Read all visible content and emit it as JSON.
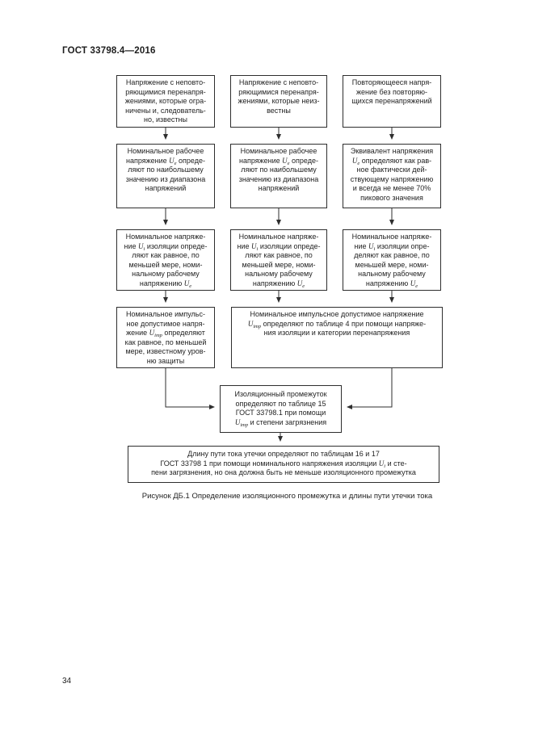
{
  "ink_color": "#2e2e2e",
  "page": {
    "header": "ГОСТ 33798.4—2016",
    "caption": "Рисунок ДБ.1 Определение изоляционного промежутка и длины пути утечки тока",
    "page_number": "34"
  },
  "flowchart": {
    "boxes": {
      "voltage_nonrecurring_limited": [
        "Напряжение с неповто-",
        "ряющимися перенапря-",
        "жениями, которые огра-",
        "ничены и, следователь-",
        "но, известны"
      ],
      "voltage_nonrecurring_unknown": [
        "Напряжение с неповто-",
        "ряющимися перенапря-",
        "жениями, которые неиз-",
        "вестны"
      ],
      "voltage_recurring": [
        "Повторяющееся напря-",
        "жение без повторяю-",
        "щихся перенапряжений"
      ],
      "working_voltage_col1": [
        "Номинальное рабочее",
        "напряжение U_{e} опреде-",
        "ляют по наибольшему",
        "значению из диапазона",
        "напряжений"
      ],
      "working_voltage_col2": [
        "Номинальное рабочее",
        "напряжение U_{e} опреде-",
        "ляют по наибольшему",
        "значению из диапазона",
        "напряжений"
      ],
      "equivalent_voltage": [
        "Эквивалент напряжения",
        "U_{e} определяют как рав-",
        "ное фактически дей-",
        "ствующему напряжению",
        "и всегда не менее 70%",
        "пикового значения"
      ],
      "insulation_voltage_col1": [
        "Номинальное напряже-",
        "ние U_{i} изоляции опреде-",
        "ляют как равное, по",
        "меньшей мере, номи-",
        "нальному рабочему",
        "напряжению U_{e}"
      ],
      "insulation_voltage_col2": [
        "Номинальное напряже-",
        "ние U_{i} изоляции опреде-",
        "ляют как равное, по",
        "меньшей мере, номи-",
        "нальному рабочему",
        "напряжению U_{e}"
      ],
      "insulation_voltage_col3": [
        "Номинальное напряже-",
        "ние U_{i} изоляции опре-",
        "деляют как равное, по",
        "меньшей мере, номи-",
        "нальному рабочему",
        "напряжению U_{e}"
      ],
      "impulse_voltage_protection": [
        "Номинальное импульс-",
        "ное допустимое напря-",
        "жение U_{imp} определяют",
        "как равное, по меньшей",
        "мере, известному уров-",
        "ню защиты"
      ],
      "impulse_voltage_table4": [
        "Номинальное импульсное допустимое напряжение",
        "U_{imp} определяют по таблице 4 при помощи напряже-",
        "ния изоляции и категории перенапряжения"
      ],
      "clearance": [
        "Изоляционный промежуток",
        "определяют по таблице 15",
        "ГОСТ 33798.1 при помощи",
        "U_{imp} и степени загрязнения"
      ],
      "creepage": [
        "Длину пути тока утечки определяют по таблицам 16 и 17",
        "ГОСТ 33798 1  при помощи номинального напряжения изоляции U_{i} и сте-",
        "пени загрязнения, но она должна быть не меньше изоляционного промежутка"
      ]
    }
  }
}
